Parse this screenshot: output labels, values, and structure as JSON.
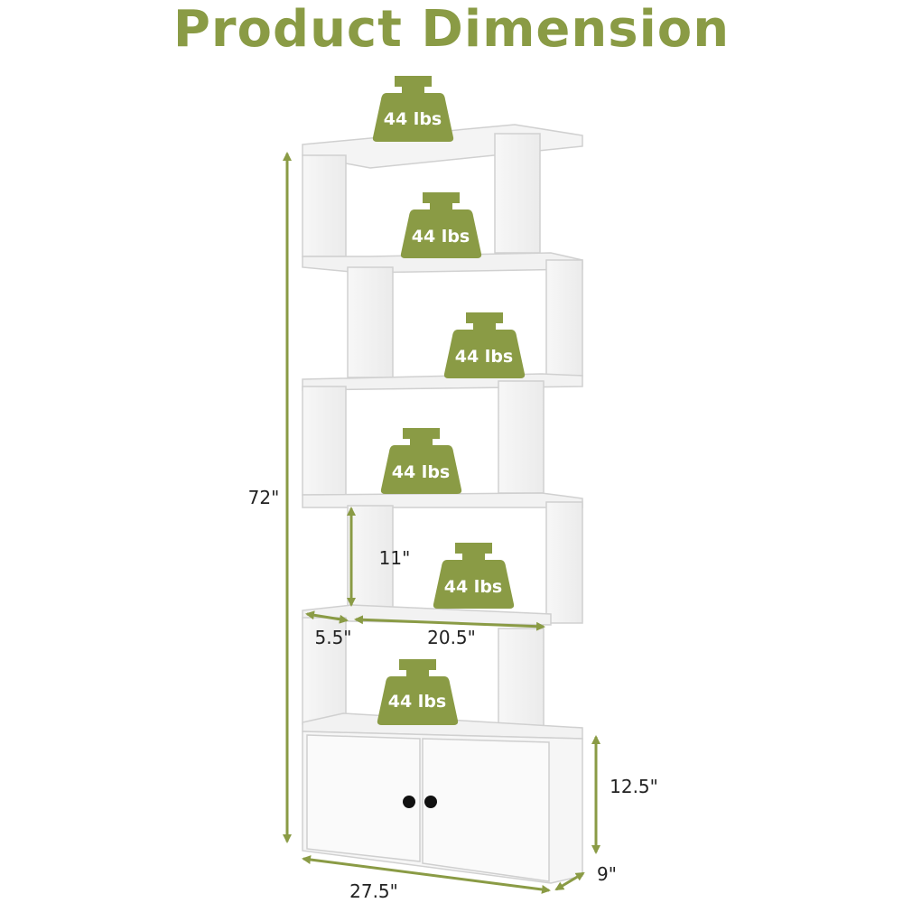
{
  "title": "Product Dimension",
  "colors": {
    "accent": "#8a9b45",
    "weight_fill": "#8a9b45",
    "dimension_line": "#8a9b45",
    "shelf_face": "#f2f2f2",
    "shelf_edge": "#d8d8d8"
  },
  "weights": [
    {
      "label": "44 lbs"
    },
    {
      "label": "44 lbs"
    },
    {
      "label": "44 lbs"
    },
    {
      "label": "44 lbs"
    },
    {
      "label": "44 lbs"
    },
    {
      "label": "44 lbs"
    }
  ],
  "dimensions": {
    "height": "72\"",
    "shelf_gap": "11\"",
    "depth_small": "5.5\"",
    "shelf_width": "20.5\"",
    "cabinet_height": "12.5\"",
    "total_width": "27.5\"",
    "depth": "9\""
  },
  "icons": [
    "weight-icon",
    "door-knob-icon"
  ]
}
